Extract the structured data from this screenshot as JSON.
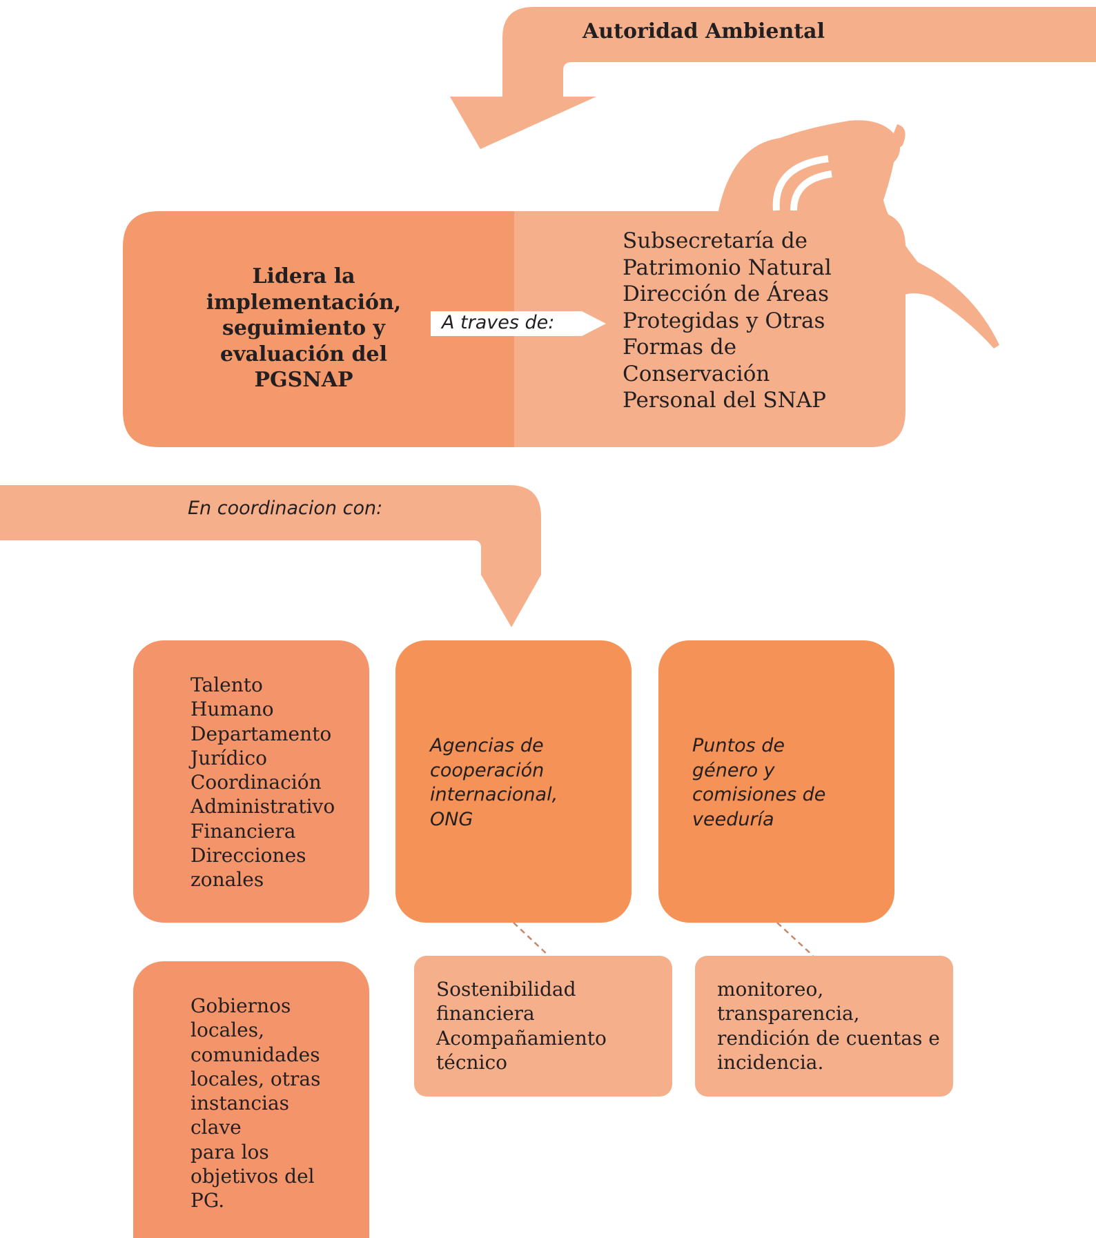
{
  "diagram": {
    "authority": "Autoridad Ambiental",
    "lead_role": [
      "Lidera la",
      "implementación,",
      "seguimiento y",
      "evaluación del",
      "PGSNAP"
    ],
    "through_label": "A traves de:",
    "units": [
      "Subsecretaría de",
      "Patrimonio Natural",
      "Dirección de Áreas",
      "Protegidas y Otras",
      "Formas de",
      "Conservación",
      "Personal del SNAP"
    ],
    "coordination_label": "En coordinacion con:",
    "internal_areas": [
      "Talento",
      "Humano",
      "Departamento",
      "Jurídico",
      "Coordinación",
      "Administrativo",
      "Financiera",
      "Direcciones",
      "zonales"
    ],
    "cooperation": [
      "Agencias de",
      "cooperación",
      "internacional,",
      "ONG"
    ],
    "gender": [
      "Puntos de",
      "género y",
      "comisiones de",
      "veeduría"
    ],
    "cooperation_roles": [
      "Sostenibilidad",
      "financiera",
      "Acompañamiento",
      "técnico"
    ],
    "gender_roles": [
      "monitoreo,",
      "transparencia,",
      "rendición de cuentas e",
      "incidencia."
    ],
    "local_actors": [
      "Gobiernos",
      "locales,",
      "comunidades",
      "locales, otras",
      "instancias",
      "clave",
      "para los",
      "objetivos del",
      "PG."
    ],
    "colors": {
      "light_orange": "#f5b08b",
      "mid_orange": "#f3996c",
      "strong_orange": "#f49257",
      "salmon": "#f3946a",
      "connector": "#c9866a"
    }
  }
}
